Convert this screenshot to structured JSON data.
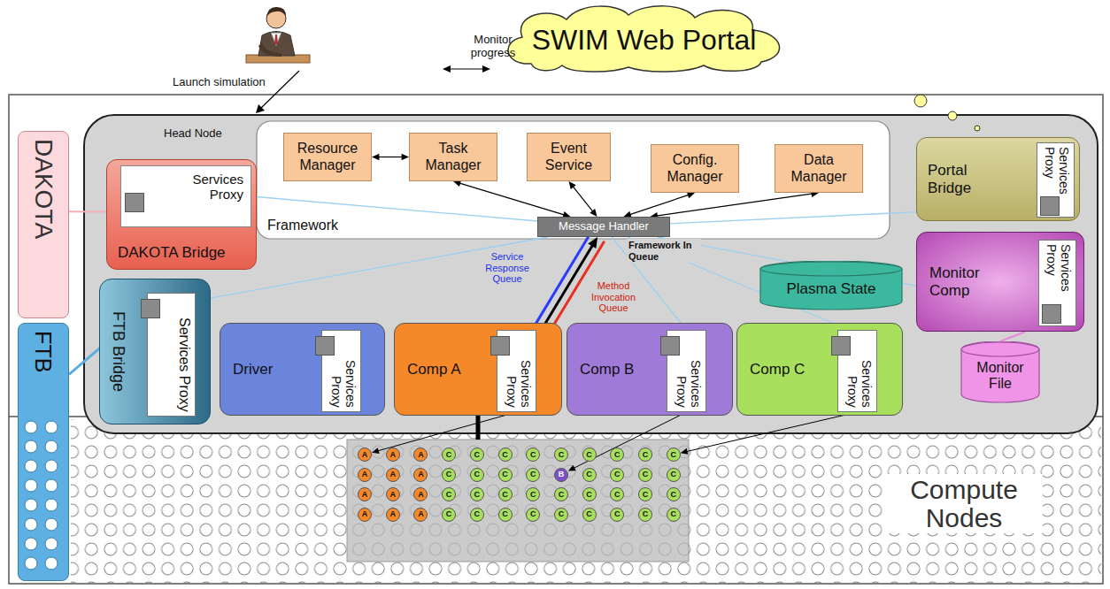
{
  "diagram": {
    "nodes": [
      {
        "text": [
          "SWIM Web Portal"
        ]
      },
      {
        "text": [
          "Head Node"
        ]
      },
      {
        "text": [
          "DAKOTA"
        ]
      },
      {
        "text": [
          "FTB"
        ]
      },
      {
        "text": [
          "Framework"
        ],
        "in": 1
      },
      {
        "text": [
          "Resource Manager"
        ],
        "in": 4
      },
      {
        "text": [
          "Task Manager"
        ],
        "in": 4
      },
      {
        "text": [
          "Event Service"
        ],
        "in": 4
      },
      {
        "text": [
          "Config. Manager"
        ],
        "in": 4
      },
      {
        "text": [
          "Data Manager"
        ],
        "in": 4
      },
      {
        "text": [
          "Message Handler"
        ],
        "in": 4
      },
      {
        "text": [
          "DAKOTA Bridge"
        ],
        "in": 1
      },
      {
        "text": [
          "Services Proxy"
        ],
        "in": 11
      },
      {
        "text": [
          "Portal Bridge"
        ],
        "in": 1
      },
      {
        "text": [
          "Services Proxy"
        ],
        "in": 13
      },
      {
        "text": [
          "Monitor Comp"
        ],
        "in": 1
      },
      {
        "text": [
          "Services Proxy"
        ],
        "in": 15
      },
      {
        "text": [
          "Plasma State"
        ],
        "in": 1
      },
      {
        "text": [
          "Monitor File"
        ],
        "in": 1
      },
      {
        "text": [
          "FTB Bridge"
        ],
        "in": 1
      },
      {
        "text": [
          "Services Proxy"
        ],
        "in": 19
      },
      {
        "text": [
          "Driver"
        ],
        "in": 1
      },
      {
        "text": [
          "Services Proxy"
        ],
        "in": 21
      },
      {
        "text": [
          "Comp A"
        ],
        "in": 1
      },
      {
        "text": [
          "Services Proxy"
        ],
        "in": 23
      },
      {
        "text": [
          "Comp B"
        ],
        "in": 1
      },
      {
        "text": [
          "Services Proxy"
        ],
        "in": 25
      },
      {
        "text": [
          "Comp C"
        ],
        "in": 1
      },
      {
        "text": [
          "Services Proxy"
        ],
        "in": 27
      },
      {
        "text": [
          "A"
        ]
      },
      {
        "text": [
          "A"
        ]
      },
      {
        "text": [
          "A"
        ]
      },
      {
        "text": [
          "C"
        ]
      },
      {
        "text": [
          "C"
        ]
      },
      {
        "text": [
          "C"
        ]
      },
      {
        "text": [
          "C"
        ]
      },
      {
        "text": [
          "C"
        ]
      },
      {
        "text": [
          "C"
        ]
      },
      {
        "text": [
          "C"
        ]
      },
      {
        "text": [
          "C"
        ]
      },
      {
        "text": [
          "C"
        ]
      },
      {
        "text": [
          "A"
        ]
      },
      {
        "text": [
          "A"
        ]
      },
      {
        "text": [
          "A"
        ]
      },
      {
        "text": [
          "C"
        ]
      },
      {
        "text": [
          "C"
        ]
      },
      {
        "text": [
          "C"
        ]
      },
      {
        "text": [
          "C"
        ]
      },
      {
        "text": [
          "B"
        ]
      },
      {
        "text": [
          "C"
        ]
      },
      {
        "text": [
          "C"
        ]
      },
      {
        "text": [
          "C"
        ]
      },
      {
        "text": [
          "C"
        ]
      },
      {
        "text": [
          "A"
        ]
      },
      {
        "text": [
          "A"
        ]
      },
      {
        "text": [
          "A"
        ]
      },
      {
        "text": [
          "C"
        ]
      },
      {
        "text": [
          "C"
        ]
      },
      {
        "text": [
          "C"
        ]
      },
      {
        "text": [
          "C"
        ]
      },
      {
        "text": [
          "C"
        ]
      },
      {
        "text": [
          "C"
        ]
      },
      {
        "text": [
          "C"
        ]
      },
      {
        "text": [
          "C"
        ]
      },
      {
        "text": [
          "C"
        ]
      },
      {
        "text": [
          "A"
        ]
      },
      {
        "text": [
          "A"
        ]
      },
      {
        "text": [
          "A"
        ]
      },
      {
        "text": [
          "C"
        ]
      },
      {
        "text": [
          "C"
        ]
      },
      {
        "text": [
          "C"
        ]
      },
      {
        "text": [
          "C"
        ]
      },
      {
        "text": [
          "C"
        ]
      },
      {
        "text": [
          "C"
        ]
      },
      {
        "text": [
          "C"
        ]
      },
      {
        "text": [
          "C"
        ]
      },
      {
        "text": [
          "C"
        ]
      }
    ],
    "edges": [
      {
        "from": 5,
        "to": 6,
        "arrow": "both"
      },
      {
        "from": 6,
        "to": 10,
        "arrow": "both"
      },
      {
        "from": 7,
        "to": 10,
        "arrow": "both"
      },
      {
        "from": 8,
        "to": 10,
        "arrow": "both"
      },
      {
        "from": 9,
        "to": 10,
        "arrow": "both"
      },
      {
        "from": 10,
        "to": 24,
        "arrow": "to",
        "label": "Service Response Queue"
      },
      {
        "from": 24,
        "to": 10,
        "arrow": "to",
        "label": "Framework In Queue"
      },
      {
        "from": 10,
        "to": 24,
        "arrow": "to",
        "label": "Method Invocation Queue"
      },
      {
        "from": 10,
        "to": 12,
        "arrow": "none"
      },
      {
        "from": 10,
        "to": 20,
        "arrow": "none"
      },
      {
        "from": 10,
        "to": 14,
        "arrow": "none"
      },
      {
        "from": 10,
        "to": 16,
        "arrow": "none"
      },
      {
        "from": 10,
        "to": 26,
        "arrow": "none"
      },
      {
        "from": 10,
        "to": 28,
        "arrow": "none"
      },
      {
        "from": 2,
        "to": 12,
        "arrow": "none"
      },
      {
        "from": 3,
        "to": 20,
        "arrow": "none"
      },
      {
        "from": 15,
        "to": 18,
        "arrow": "none"
      },
      {
        "from": 24,
        "to": 29,
        "arrow": "to"
      },
      {
        "from": 26,
        "to": 48,
        "arrow": "to"
      },
      {
        "from": 28,
        "to": 40,
        "arrow": "to"
      }
    ],
    "labels": [
      "Launch simulation",
      "Monitor progress",
      "Compute Nodes"
    ]
  }
}
